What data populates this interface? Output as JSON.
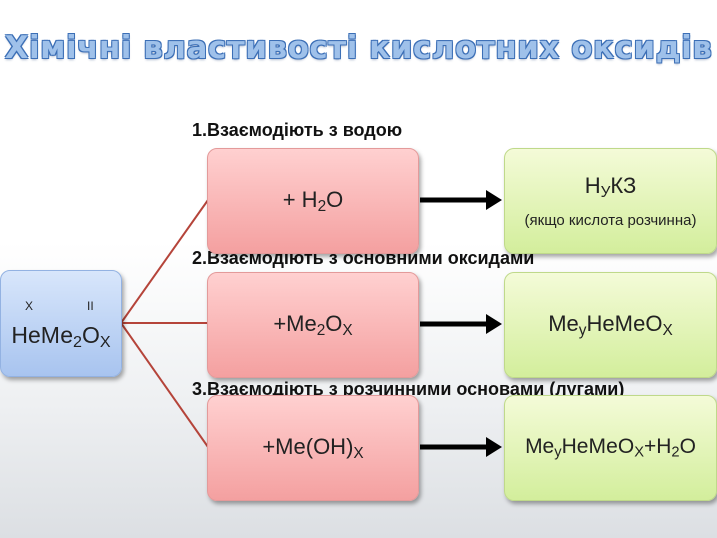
{
  "title": "Хімічні властивості кислотних оксидів",
  "reactant": {
    "formula_pre": "НеМе",
    "formula_sub1": "2",
    "formula_mid": "О",
    "formula_sub2": "X",
    "valence_left": "X",
    "valence_right": "II"
  },
  "reactions": [
    {
      "heading": "1.Взаємодіють з водою",
      "reagent": {
        "pre": "+ Н",
        "sub": "2",
        "post": "О"
      },
      "product": {
        "pre": "Н",
        "sub": "У",
        "post": "КЗ",
        "note": "(якщо кислота розчинна)"
      }
    },
    {
      "heading": "2.Взаємодіють з основними оксидами",
      "reagent": {
        "pre": "+Me",
        "sub": "2",
        "post": "О",
        "sub2": "X"
      },
      "product": {
        "pre": "Me",
        "sub": "y",
        "post": "НеМеО",
        "sub2": "X"
      }
    },
    {
      "heading": "3.Взаємодіють з розчинними основами (лугами)",
      "reagent": {
        "pre": "+Me(OH)",
        "sub": "X"
      },
      "product": {
        "pre": "Me",
        "sub": "y",
        "post": "НеМеО",
        "sub2": "X",
        "tail": "+Н",
        "sub3": "2",
        "tail2": "О"
      }
    }
  ],
  "colors": {
    "reagent_box": "#f4a0a0",
    "product_box": "#d3ee9c",
    "reactant_box": "#a8c4ef",
    "connector": "#b5443a",
    "arrow": "#000000"
  }
}
